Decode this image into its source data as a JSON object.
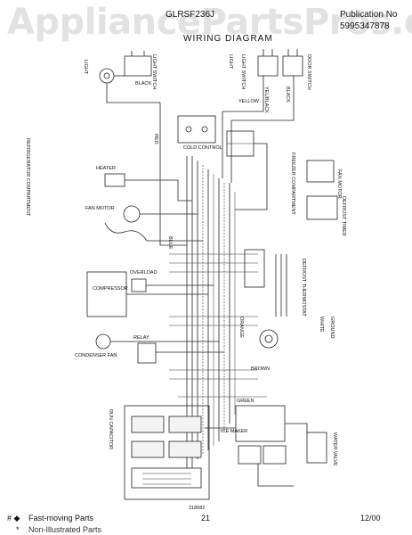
{
  "header": {
    "watermark": "AppliancePartsPros.com",
    "model": "GLRSF236J",
    "publication_label": "Publication No",
    "publication_number": "5995347878",
    "title": "WIRING DIAGRAM"
  },
  "diagram": {
    "labels": {
      "light": "LIGHT",
      "light_switch": "LIGHT SWITCH",
      "door_switch": "DOOR SWITCH",
      "black": "BLACK",
      "yellow": "YELLOW",
      "yel_black": "YEL/BLACK",
      "cold_control": "COLD CONTROL",
      "freezer_compartment": "FREEZER COMPARTMENT",
      "refrigerator_compartment": "REFRIGERATOR COMPARTMENT",
      "fan_motor": "FAN MOTOR",
      "heater": "HEATER",
      "defrost_timer": "DEFROST TIMER",
      "defrost_thermostat": "DEFROST THERMOSTAT",
      "compressor": "COMPRESSOR",
      "overload": "OVERLOAD",
      "relay": "RELAY",
      "run_capacitor": "RUN CAPACITOR",
      "condenser_fan": "CONDENSER FAN",
      "ice_maker": "ICE MAKER",
      "water_valve": "WATER VALVE",
      "ground": "GROUND",
      "white": "WHITE",
      "red": "RED",
      "blue": "BLUE",
      "orange": "ORANGE",
      "brown": "BROWN",
      "green": "GREEN",
      "part_code": "218082"
    }
  },
  "footer": {
    "legend_fast_symbol": "# ◆",
    "legend_fast": "Fast-moving Parts",
    "legend_nonill_symbol": "*",
    "legend_nonill": "Non-Illustrated Parts",
    "page_number": "21",
    "date": "12/00"
  }
}
